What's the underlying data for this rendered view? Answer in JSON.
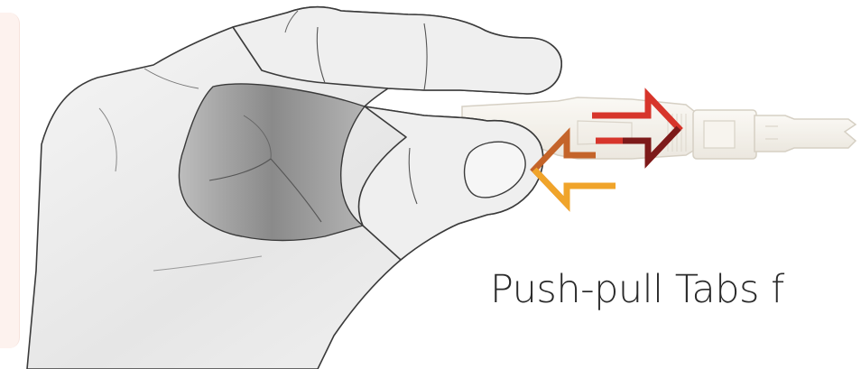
{
  "caption": {
    "text": "Push-pull Tabs f"
  },
  "colors": {
    "panel": "#fdf2ee",
    "arrow_push_light": "#d7352b",
    "arrow_push_dark": "#7d1a1a",
    "arrow_pull_light": "#f0a42a",
    "arrow_pull_dark": "#c4642a",
    "hand_fill": "#ececec",
    "hand_outline": "#3a3a3a",
    "connector_fill": "#f3f0ea",
    "connector_outline": "#c9c2b4",
    "caption_text": "#2a2a2a"
  },
  "icons": [
    "hand-illustration",
    "connector-illustration",
    "push-arrow-icon",
    "pull-arrow-icon"
  ]
}
